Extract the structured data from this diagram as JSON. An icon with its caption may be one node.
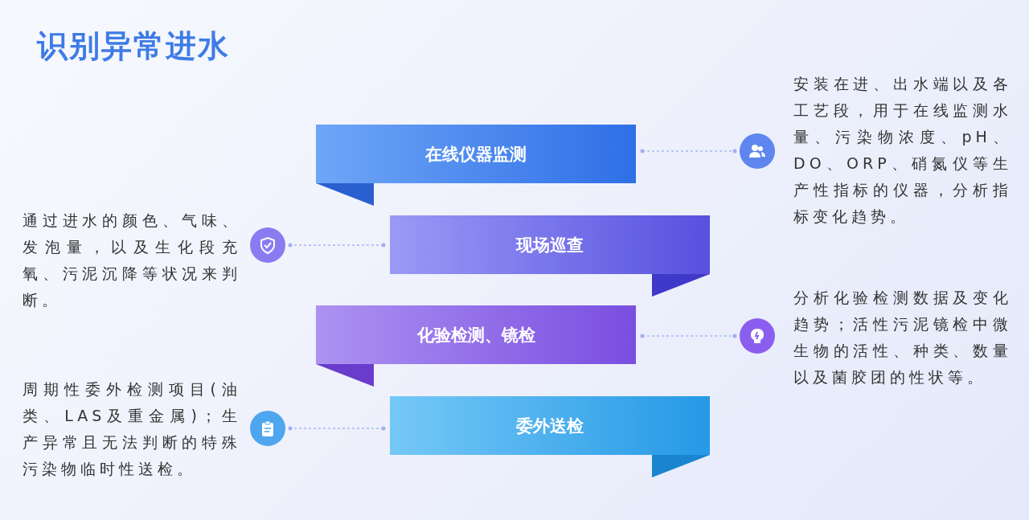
{
  "diagram": {
    "title": "识别异常进水",
    "nodes": [
      {
        "text": [
          "在线仪器监测"
        ]
      },
      {
        "text": [
          "现场巡查"
        ]
      },
      {
        "text": [
          "化验检测、镜检"
        ]
      },
      {
        "text": [
          "委外送检"
        ]
      },
      {
        "text": [],
        "shape": "circle",
        "beside": [
          "安装在进、出水端以及各工艺段，用于在线监测水量、污染物浓度、pH、DO、ORP、硝氮仪等生产性指标的仪器，分析指标变化趋势。"
        ]
      },
      {
        "text": [],
        "shape": "circle",
        "beside": [
          "通过进水的颜色、气味、发泡量，以及生化段充氧、污泥沉降等状况来判断。"
        ]
      },
      {
        "text": [],
        "shape": "circle",
        "beside": [
          "分析化验检测数据及变化趋势；活性污泥镜检中微生物的活性、种类、数量以及菌胶团的性状等。"
        ]
      },
      {
        "text": [],
        "shape": "circle",
        "beside": [
          "周期性委外检测项目(油类、LAS及重金属)；生产异常且无法判断的特殊污染物临时性送检。"
        ]
      }
    ],
    "edges": [
      {
        "from": 0,
        "to": 4,
        "arrow": "other",
        "style": "dashed"
      },
      {
        "from": 1,
        "to": 5,
        "arrow": "other",
        "style": "dashed"
      },
      {
        "from": 2,
        "to": 6,
        "arrow": "other",
        "style": "dashed"
      },
      {
        "from": 3,
        "to": 7,
        "arrow": "other",
        "style": "dashed"
      }
    ]
  }
}
